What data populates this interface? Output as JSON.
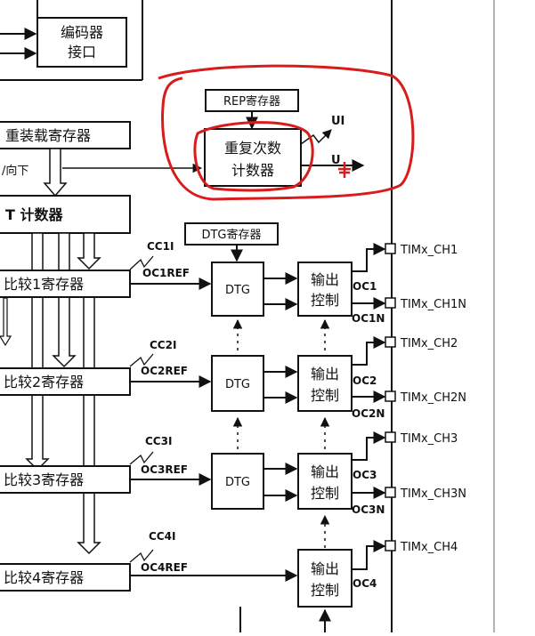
{
  "encoder_interface": {
    "line1": "编码器",
    "line2": "接口"
  },
  "auto_reload_register": "重装载寄存器",
  "up_down_label": "/向下",
  "counter_label": "T 计数器",
  "rep_register": "REP寄存器",
  "repetition_counter": {
    "line1": "重复次数",
    "line2": "计数器"
  },
  "ui_labels": [
    "UI",
    "U"
  ],
  "dtg_register": "DTG寄存器",
  "capture_compare": [
    {
      "register": "比较1寄存器",
      "interrupt": "CC1I",
      "ref": "OC1REF"
    },
    {
      "register": "比较2寄存器",
      "interrupt": "CC2I",
      "ref": "OC2REF"
    },
    {
      "register": "比较3寄存器",
      "interrupt": "CC3I",
      "ref": "OC3REF"
    },
    {
      "register": "比较4寄存器",
      "interrupt": "CC4I",
      "ref": "OC4REF"
    }
  ],
  "dtg_label": "DTG",
  "output_control": {
    "line1": "输出",
    "line2": "控制"
  },
  "outputs": [
    {
      "oc": "OC1",
      "ocn": "OC1N",
      "pin": "TIMx_CH1",
      "pinn": "TIMx_CH1N"
    },
    {
      "oc": "OC2",
      "ocn": "OC2N",
      "pin": "TIMx_CH2",
      "pinn": "TIMx_CH2N"
    },
    {
      "oc": "OC3",
      "ocn": "OC3N",
      "pin": "TIMx_CH3",
      "pinn": "TIMx_CH3N"
    },
    {
      "oc": "OC4",
      "pin": "TIMx_CH4"
    }
  ],
  "colors": {
    "annotation": "#d81c1c",
    "line": "#111111",
    "background": "#ffffff"
  }
}
